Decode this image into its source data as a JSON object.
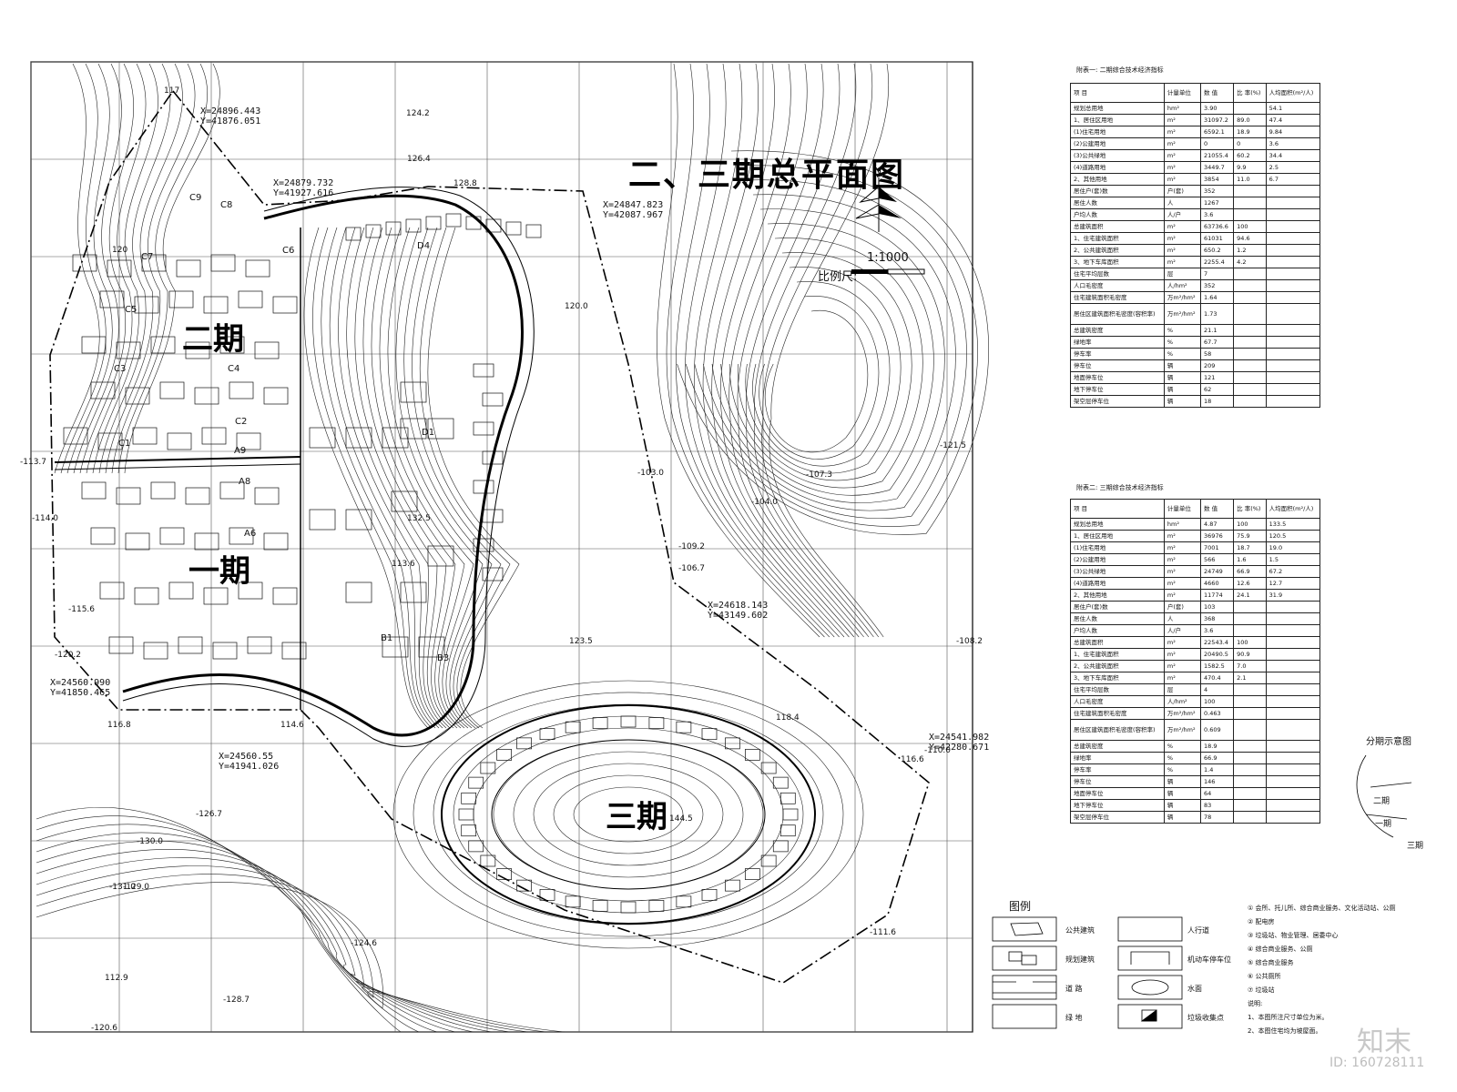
{
  "title": "二、三期总平面图",
  "phases": {
    "phase1": "一期",
    "phase2": "二期",
    "phase3": "三期"
  },
  "scale": {
    "ratio": "1:1000",
    "label": "比例尺:"
  },
  "coordinates": [
    {
      "x": "X=24896.443",
      "y": "Y=41876.051"
    },
    {
      "x": "X=24879.732",
      "y": "Y=41927.616"
    },
    {
      "x": "X=24847.823",
      "y": "Y=42087.967"
    },
    {
      "x": "X=24618.143",
      "y": "Y=43149.602"
    },
    {
      "x": "X=24560.990",
      "y": "Y=41850.465"
    },
    {
      "x": "X=24560.55",
      "y": "Y=41941.026"
    },
    {
      "x": "X=24541.982",
      "y": "Y=42280.671"
    }
  ],
  "building_codes": [
    "C9",
    "C8",
    "C7",
    "C6",
    "C5",
    "C4",
    "C3",
    "C2",
    "C1",
    "A9",
    "A8",
    "A6",
    "D4",
    "D1",
    "B1",
    "B3"
  ],
  "elevations": [
    "117",
    "120",
    "124.2",
    "126.4",
    "128.8",
    "120.0",
    "123.5",
    "118.4",
    "116.8",
    "114.6",
    "116.6",
    "112.9",
    "113.6",
    "132.5",
    "144.5",
    "-103.0",
    "-104.0",
    "-106.7",
    "-107.3",
    "-108.2",
    "-109.2",
    "-110.0",
    "-111.6",
    "-113.7",
    "-114.0",
    "-115.6",
    "-120.2",
    "-120.6",
    "-121.5",
    "-124.6",
    "-126.7",
    "-128.7",
    "-131.0",
    "-129.0",
    "-130.0"
  ],
  "table1": {
    "caption": "附表一:    二期综合技术经济指标",
    "headers": [
      "项    目",
      "计量单位",
      "数    值",
      "比 率(%)",
      "人均面积(m²/人)"
    ],
    "rows": [
      [
        "规划总用地",
        "hm²",
        "3.90",
        "",
        "54.1"
      ],
      [
        "1、居住区用地",
        "m²",
        "31097.2",
        "89.0",
        "47.4"
      ],
      [
        "(1)住宅用地",
        "m²",
        "6592.1",
        "18.9",
        "9.84"
      ],
      [
        "(2)公建用地",
        "m²",
        "0",
        "0",
        "3.6"
      ],
      [
        "(3)公共绿地",
        "m²",
        "21055.4",
        "60.2",
        "34.4"
      ],
      [
        "(4)道路用地",
        "m²",
        "3449.7",
        "9.9",
        "2.5"
      ],
      [
        "2、其他用地",
        "m²",
        "3854",
        "11.0",
        "6.7"
      ],
      [
        "居住户(套)数",
        "户(套)",
        "352",
        "",
        ""
      ],
      [
        "居住人数",
        "人",
        "1267",
        "",
        ""
      ],
      [
        "户均人数",
        "人/户",
        "3.6",
        "",
        ""
      ],
      [
        "总建筑面积",
        "m²",
        "63736.6",
        "100",
        ""
      ],
      [
        "1、住宅建筑面积",
        "m²",
        "61031",
        "94.6",
        ""
      ],
      [
        "2、公共建筑面积",
        "m²",
        "650.2",
        "1.2",
        ""
      ],
      [
        "3、地下车库面积",
        "m²",
        "2255.4",
        "4.2",
        ""
      ],
      [
        "住宅平均层数",
        "层",
        "7",
        "",
        ""
      ],
      [
        "人口毛密度",
        "人/hm²",
        "352",
        "",
        ""
      ],
      [
        "住宅建筑面积毛密度",
        "万m²/hm²",
        "1.64",
        "",
        ""
      ],
      [
        "居住区建筑面积毛密度(容积率)",
        "万m²/hm²",
        "1.73",
        "",
        ""
      ],
      [
        "总建筑密度",
        "%",
        "21.1",
        "",
        ""
      ],
      [
        "绿地率",
        "%",
        "67.7",
        "",
        ""
      ],
      [
        "停车率",
        "%",
        "58",
        "",
        ""
      ],
      [
        "停车位",
        "辆",
        "209",
        "",
        ""
      ],
      [
        "地面停车位",
        "辆",
        "121",
        "",
        ""
      ],
      [
        "地下停车位",
        "辆",
        "62",
        "",
        ""
      ],
      [
        "架空层停车位",
        "辆",
        "18",
        "",
        ""
      ]
    ]
  },
  "table2": {
    "caption": "附表二:    三期综合技术经济指标",
    "headers": [
      "项    目",
      "计量单位",
      "数    值",
      "比 率(%)",
      "人均面积(m²/人)"
    ],
    "rows": [
      [
        "规划总用地",
        "hm²",
        "4.87",
        "100",
        "133.5"
      ],
      [
        "1、居住区用地",
        "m²",
        "36976",
        "75.9",
        "120.5"
      ],
      [
        "(1)住宅用地",
        "m²",
        "7001",
        "18.7",
        "19.0"
      ],
      [
        "(2)公建用地",
        "m²",
        "566",
        "1.6",
        "1.5"
      ],
      [
        "(3)公共绿地",
        "m²",
        "24749",
        "66.9",
        "67.2"
      ],
      [
        "(4)道路用地",
        "m²",
        "4660",
        "12.6",
        "12.7"
      ],
      [
        "2、其他用地",
        "m²",
        "11774",
        "24.1",
        "31.9"
      ],
      [
        "居住户(套)数",
        "户(套)",
        "103",
        "",
        ""
      ],
      [
        "居住人数",
        "人",
        "368",
        "",
        ""
      ],
      [
        "户均人数",
        "人/户",
        "3.6",
        "",
        ""
      ],
      [
        "总建筑面积",
        "m²",
        "22543.4",
        "100",
        ""
      ],
      [
        "1、住宅建筑面积",
        "m²",
        "20490.5",
        "90.9",
        ""
      ],
      [
        "2、公共建筑面积",
        "m²",
        "1582.5",
        "7.0",
        ""
      ],
      [
        "3、地下车库面积",
        "m²",
        "470.4",
        "2.1",
        ""
      ],
      [
        "住宅平均层数",
        "层",
        "4",
        "",
        ""
      ],
      [
        "人口毛密度",
        "人/hm²",
        "100",
        "",
        ""
      ],
      [
        "住宅建筑面积毛密度",
        "万m²/hm²",
        "0.463",
        "",
        ""
      ],
      [
        "居住区建筑面积毛密度(容积率)",
        "万m²/hm²",
        "0.609",
        "",
        ""
      ],
      [
        "总建筑密度",
        "%",
        "18.9",
        "",
        ""
      ],
      [
        "绿地率",
        "%",
        "66.9",
        "",
        ""
      ],
      [
        "停车率",
        "%",
        "1.4",
        "",
        ""
      ],
      [
        "停车位",
        "辆",
        "146",
        "",
        ""
      ],
      [
        "地面停车位",
        "辆",
        "64",
        "",
        ""
      ],
      [
        "地下停车位",
        "辆",
        "83",
        "",
        ""
      ],
      [
        "架空层停车位",
        "辆",
        "78",
        "",
        ""
      ]
    ]
  },
  "legend": {
    "title": "图例",
    "items": [
      "公共建筑",
      "人行道",
      "规划建筑",
      "机动车停车位",
      "道    路",
      "水面",
      "绿    地",
      "垃圾收集点"
    ]
  },
  "notes": [
    "① 会所、托儿所、综合商业服务、文化活动站、公厕",
    "② 配电房",
    "③ 垃圾站、物业管理、居委中心",
    "④ 综合商业服务、公厕",
    "⑤ 综合商业服务",
    "⑥ 公共厕所",
    "⑦ 垃圾站",
    "说明:",
    "1、本图所注尺寸单位为米。",
    "2、本图住宅均为坡屋面。"
  ],
  "phase_diagram": {
    "title": "分期示意图",
    "labels": [
      "二期",
      "一期",
      "三期"
    ]
  },
  "watermark": {
    "text": "知末",
    "id": "ID: 160728111"
  }
}
